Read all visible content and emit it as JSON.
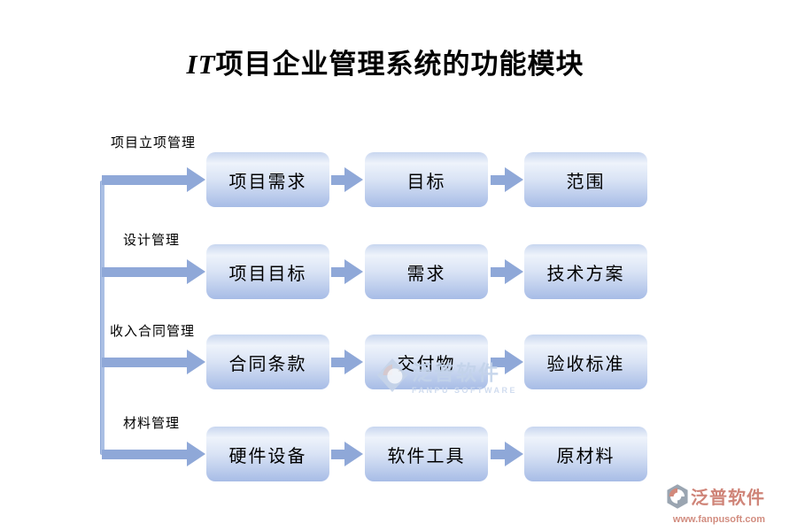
{
  "title": {
    "prefix": "IT",
    "text": "项目企业管理系统的功能模块"
  },
  "rows": [
    {
      "label": "项目立项管理",
      "boxes": [
        "项目需求",
        "目标",
        "范围"
      ]
    },
    {
      "label": "设计管理",
      "boxes": [
        "项目目标",
        "需求",
        "技术方案"
      ]
    },
    {
      "label": "收入合同管理",
      "boxes": [
        "合同条款",
        "交付物",
        "验收标准"
      ]
    },
    {
      "label": "材料管理",
      "boxes": [
        "硬件设备",
        "软件工具",
        "原材料"
      ]
    }
  ],
  "watermark": {
    "name": "泛普软件",
    "subtitle": "FANPU SOFTWARE"
  },
  "logo": {
    "name": "泛普软件",
    "url": "www.fanpusoft.com"
  },
  "colors": {
    "flow_blue": "#8fa8d8",
    "trunk_blue": "#aabfe4",
    "box_gradient_top": "#c8d6ef",
    "box_gradient_light": "#eef3fb",
    "box_gradient_bottom": "#a7bce6",
    "watermark_blue": "#c3d3ea",
    "logo_salmon": "#cf8478",
    "logo_gray": "#9aa5b1"
  }
}
